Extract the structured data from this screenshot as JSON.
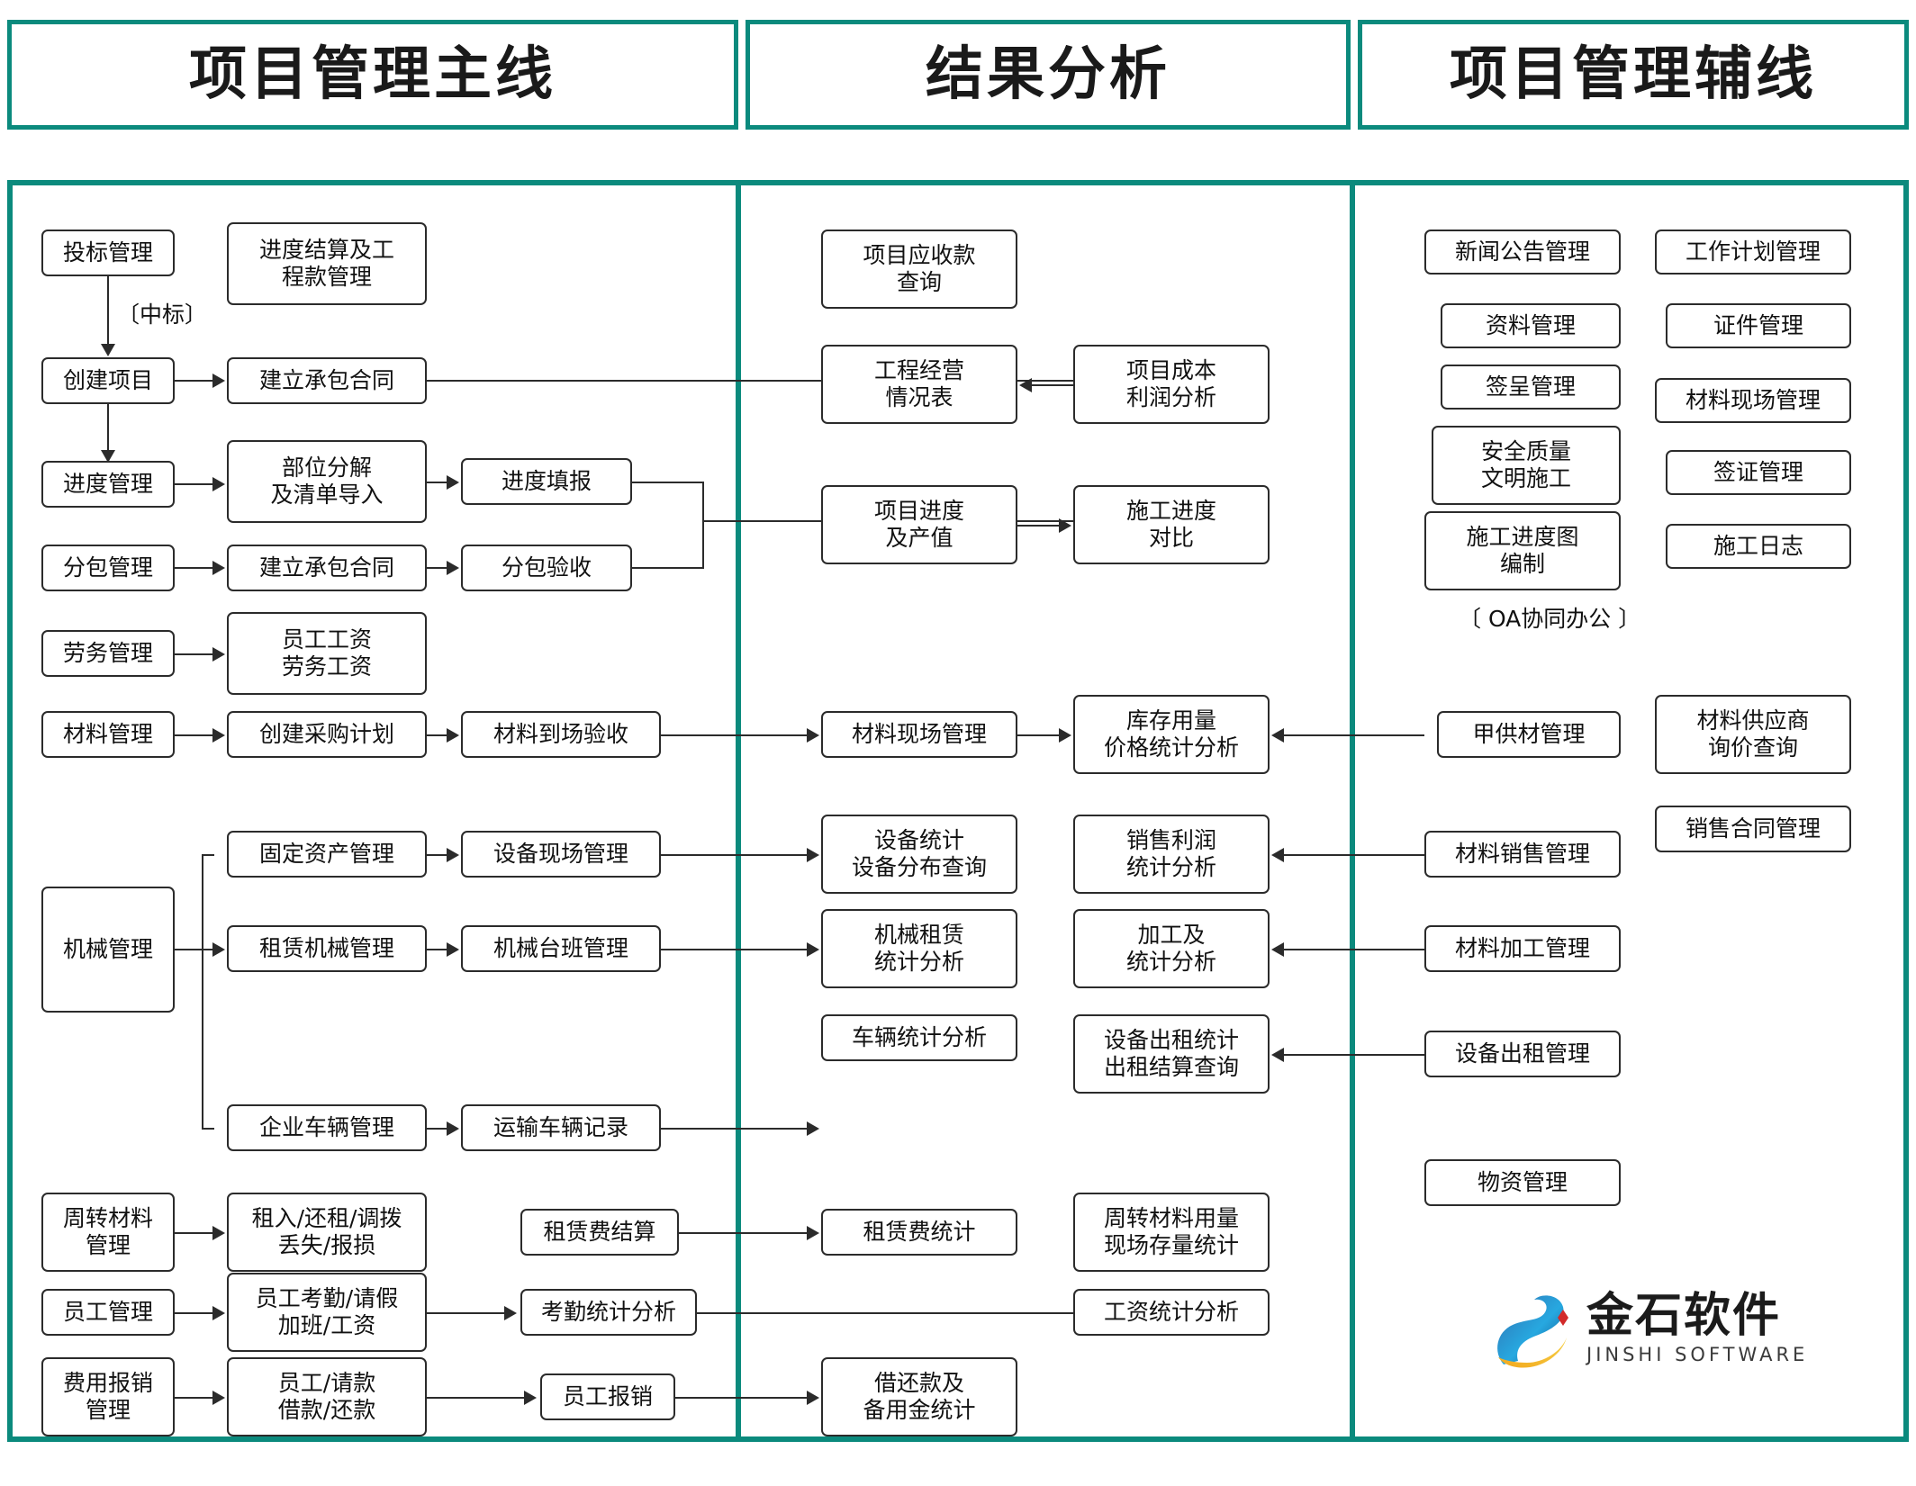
{
  "headers": [
    {
      "title": "项目管理主线"
    },
    {
      "title": "结果分析"
    },
    {
      "title": "项目管理辅线"
    }
  ],
  "annotations": {
    "bid_win": "〔中标〕",
    "oa_note": "〔 OA协同办公 〕"
  },
  "logo": {
    "cn": "金石软件",
    "en": "JINSHI SOFTWARE"
  },
  "colors": {
    "teal": "#0b8a7d",
    "box_border": "#2b2b2b",
    "text": "#111111"
  },
  "main_line": {
    "col1": [
      {
        "label": "投标管理"
      },
      {
        "label": "创建项目"
      },
      {
        "label": "进度管理"
      },
      {
        "label": "分包管理"
      },
      {
        "label": "劳务管理"
      },
      {
        "label": "材料管理"
      },
      {
        "label": "机械管理"
      },
      {
        "label": "周转材料\n管理"
      },
      {
        "label": "员工管理"
      },
      {
        "label": "费用报销\n管理"
      }
    ],
    "col2": [
      {
        "label": "进度结算及工\n程款管理"
      },
      {
        "label": "建立承包合同"
      },
      {
        "label": "部位分解\n及清单导入"
      },
      {
        "label": "建立承包合同"
      },
      {
        "label": "员工工资\n劳务工资"
      },
      {
        "label": "创建采购计划"
      },
      {
        "label": "固定资产管理"
      },
      {
        "label": "租赁机械管理"
      },
      {
        "label": "企业车辆管理"
      },
      {
        "label": "租入/还租/调拨\n丢失/报损"
      },
      {
        "label": "员工考勤/请假\n加班/工资"
      },
      {
        "label": "员工/请款\n借款/还款"
      }
    ],
    "col3": [
      {
        "label": "进度填报"
      },
      {
        "label": "分包验收"
      },
      {
        "label": "材料到场验收"
      },
      {
        "label": "设备现场管理"
      },
      {
        "label": "机械台班管理"
      },
      {
        "label": "运输车辆记录"
      },
      {
        "label": "租赁费结算"
      },
      {
        "label": "考勤统计分析"
      },
      {
        "label": "员工报销"
      }
    ]
  },
  "analysis": {
    "colA": [
      {
        "label": "项目应收款\n查询"
      },
      {
        "label": "工程经营\n情况表"
      },
      {
        "label": "项目进度\n及产值"
      },
      {
        "label": "材料现场管理"
      },
      {
        "label": "设备统计\n设备分布查询"
      },
      {
        "label": "机械租赁\n统计分析"
      },
      {
        "label": "车辆统计分析"
      },
      {
        "label": "租赁费统计"
      },
      {
        "label": "借还款及\n备用金统计"
      }
    ],
    "colB": [
      {
        "label": "项目成本\n利润分析"
      },
      {
        "label": "施工进度\n对比"
      },
      {
        "label": "库存用量\n价格统计分析"
      },
      {
        "label": "销售利润\n统计分析"
      },
      {
        "label": "加工及\n统计分析"
      },
      {
        "label": "设备出租统计\n出租结算查询"
      },
      {
        "label": "周转材料用量\n现场存量统计"
      },
      {
        "label": "工资统计分析"
      }
    ]
  },
  "aux_line": {
    "colA": [
      {
        "label": "新闻公告管理"
      },
      {
        "label": "资料管理"
      },
      {
        "label": "签呈管理"
      },
      {
        "label": "安全质量\n文明施工"
      },
      {
        "label": "施工进度图\n编制"
      },
      {
        "label": "甲供材管理"
      },
      {
        "label": "材料销售管理"
      },
      {
        "label": "材料加工管理"
      },
      {
        "label": "设备出租管理"
      },
      {
        "label": "物资管理"
      }
    ],
    "colB": [
      {
        "label": "工作计划管理"
      },
      {
        "label": "证件管理"
      },
      {
        "label": "材料现场管理"
      },
      {
        "label": "签证管理"
      },
      {
        "label": "施工日志"
      },
      {
        "label": "材料供应商\n询价查询"
      },
      {
        "label": "销售合同管理"
      }
    ]
  }
}
